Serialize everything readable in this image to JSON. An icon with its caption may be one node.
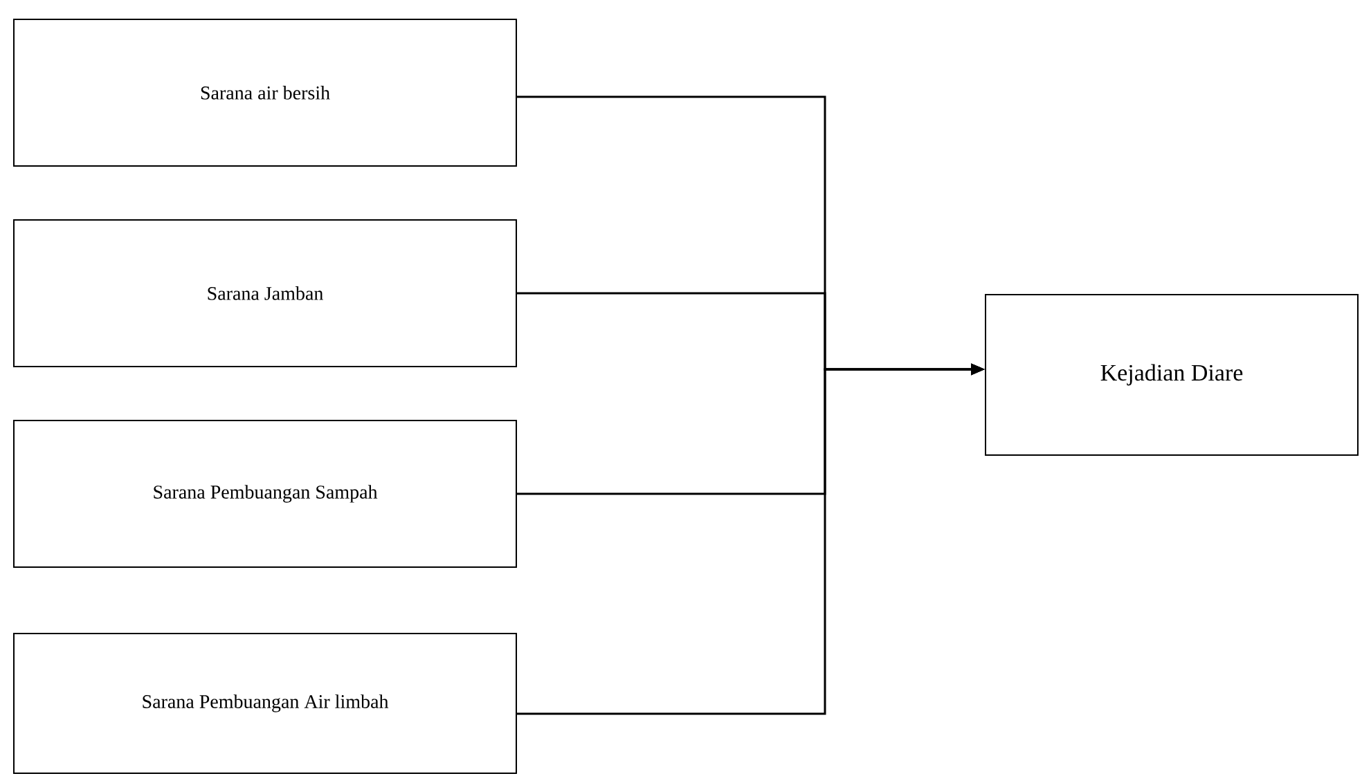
{
  "diagram": {
    "nodes": [
      {
        "text": [
          "Sarana air bersih"
        ]
      },
      {
        "text": [
          "Sarana Jamban"
        ]
      },
      {
        "text": [
          "Sarana Pembuangan Sampah"
        ]
      },
      {
        "text": [
          "Sarana Pembuangan Air limbah"
        ]
      },
      {
        "text": [
          "Kejadian Diare"
        ]
      }
    ],
    "edges": [
      {
        "from": 0,
        "to": 4,
        "arrow": "to"
      },
      {
        "from": 1,
        "to": 4,
        "arrow": "to"
      },
      {
        "from": 2,
        "to": 4,
        "arrow": "to"
      },
      {
        "from": 3,
        "to": 4,
        "arrow": "to"
      }
    ]
  }
}
